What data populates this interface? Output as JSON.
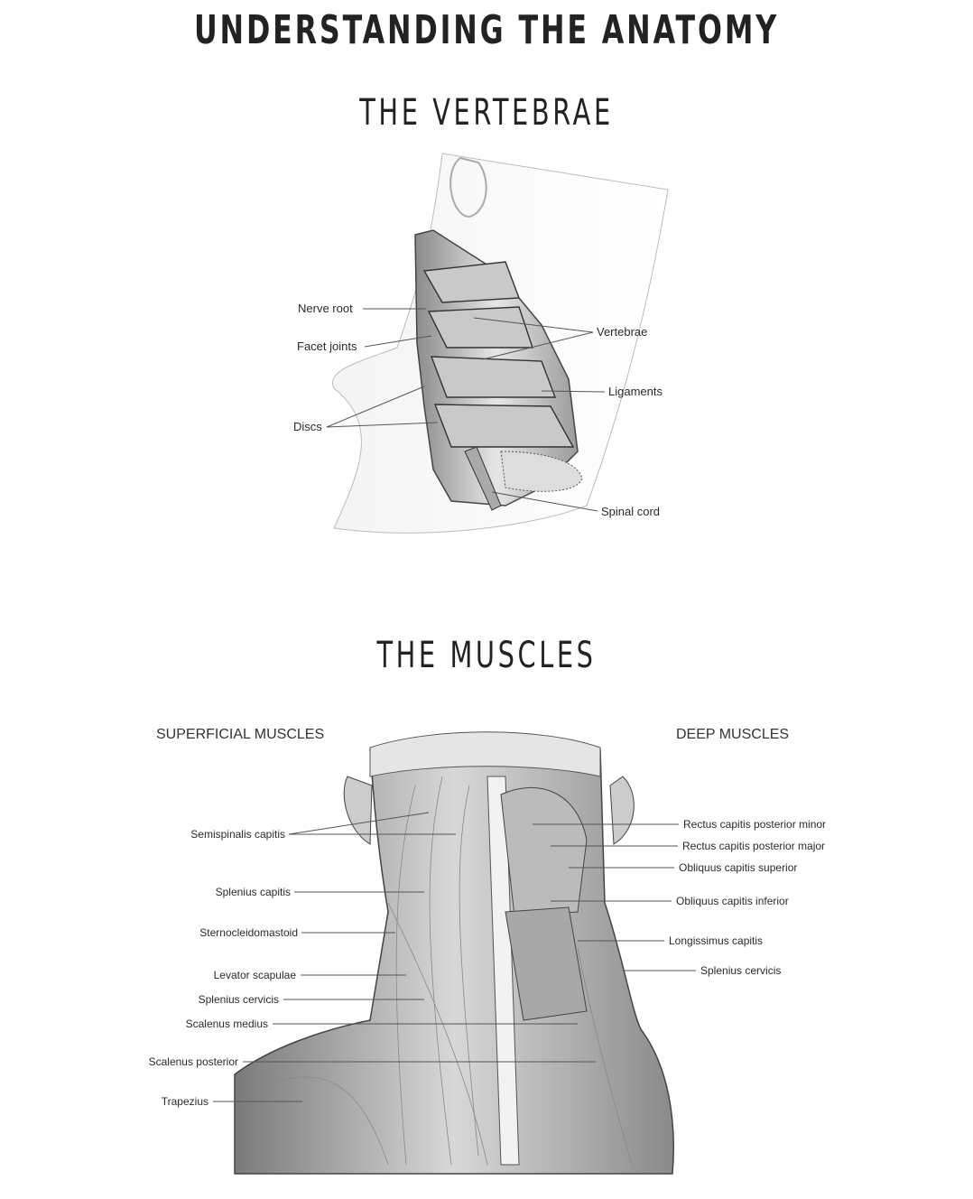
{
  "title": "UNDERSTANDING THE ANATOMY",
  "vertebrae": {
    "heading": "THE VERTEBRAE",
    "labels": {
      "nerve_root": "Nerve root",
      "facet_joints": "Facet joints",
      "discs": "Discs",
      "vertebrae": "Vertebrae",
      "ligaments": "Ligaments",
      "spinal_cord": "Spinal cord"
    }
  },
  "muscles": {
    "heading": "THE MUSCLES",
    "superficial_heading": "SUPERFICIAL MUSCLES",
    "deep_heading": "DEEP MUSCLES",
    "superficial": [
      "Semispinalis capitis",
      "Splenius capitis",
      "Sternocleidomastoid",
      "Levator scapulae",
      "Splenius cervicis",
      "Scalenus medius",
      "Scalenus posterior",
      "Trapezius"
    ],
    "deep": [
      "Rectus capitis posterior minor",
      "Rectus capitis posterior major",
      "Obliquus capitis superior",
      "Obliquus capitis inferior",
      "Longissimus capitis",
      "Splenius cervicis"
    ]
  }
}
